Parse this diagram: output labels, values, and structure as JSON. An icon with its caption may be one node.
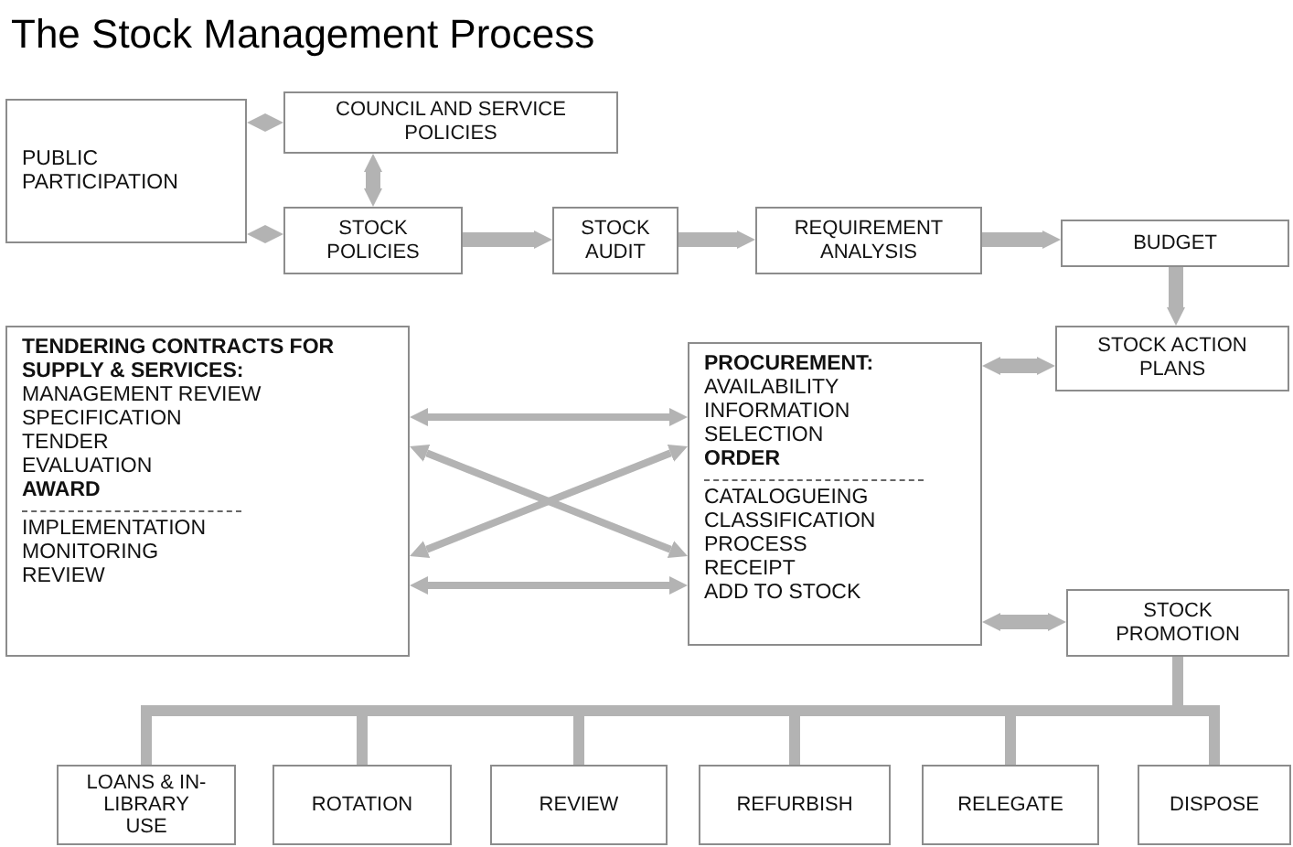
{
  "diagram": {
    "title": "The Stock Management Process",
    "nodes": [
      {
        "text": [
          "PUBLIC PARTICIPATION"
        ]
      },
      {
        "text": [
          "COUNCIL AND SERVICE POLICIES"
        ]
      },
      {
        "text": [
          "STOCK POLICIES"
        ]
      },
      {
        "text": [
          "STOCK AUDIT"
        ]
      },
      {
        "text": [
          "REQUIREMENT ANALYSIS"
        ]
      },
      {
        "text": [
          "BUDGET"
        ]
      },
      {
        "text": [
          "STOCK ACTION PLANS"
        ]
      },
      {
        "text": [
          "**TENDERING CONTRACTS FOR SUPPLY & SERVICES:**",
          "MANAGEMENT REVIEW",
          "SPECIFICATION",
          "TENDER",
          "EVALUATION",
          "**AWARD**",
          "IMPLEMENTATION",
          "MONITORING",
          "REVIEW"
        ]
      },
      {
        "text": [
          "**PROCUREMENT:**",
          "AVAILABILITY",
          "INFORMATION",
          "SELECTION",
          "**ORDER**",
          "CATALOGUEING",
          "CLASSIFICATION",
          "PROCESS",
          "RECEIPT",
          "ADD TO STOCK"
        ]
      },
      {
        "text": [
          "STOCK PROMOTION"
        ]
      },
      {
        "text": [
          "LOANS & IN-LIBRARY USE"
        ]
      },
      {
        "text": [
          "ROTATION"
        ]
      },
      {
        "text": [
          "REVIEW"
        ]
      },
      {
        "text": [
          "REFURBISH"
        ]
      },
      {
        "text": [
          "RELEGATE"
        ]
      },
      {
        "text": [
          "DISPOSE"
        ]
      }
    ],
    "edges": [
      {
        "from": 0,
        "to": 1,
        "arrow": "both"
      },
      {
        "from": 0,
        "to": 2,
        "arrow": "both"
      },
      {
        "from": 1,
        "to": 2,
        "arrow": "both"
      },
      {
        "from": 2,
        "to": 3,
        "arrow": "to"
      },
      {
        "from": 3,
        "to": 4,
        "arrow": "to"
      },
      {
        "from": 4,
        "to": 5,
        "arrow": "to"
      },
      {
        "from": 5,
        "to": 6,
        "arrow": "to"
      },
      {
        "from": 8,
        "to": 6,
        "arrow": "both"
      },
      {
        "from": 8,
        "to": 9,
        "arrow": "both"
      },
      {
        "from": 7,
        "to": 8,
        "arrow": "both"
      },
      {
        "from": 7,
        "to": 8,
        "arrow": "both"
      },
      {
        "from": 7,
        "to": 8,
        "arrow": "both"
      },
      {
        "from": 7,
        "to": 8,
        "arrow": "both"
      },
      {
        "from": 9,
        "to": 10,
        "arrow": "none"
      },
      {
        "from": 9,
        "to": 11,
        "arrow": "none"
      },
      {
        "from": 9,
        "to": 12,
        "arrow": "none"
      },
      {
        "from": 9,
        "to": 13,
        "arrow": "none"
      },
      {
        "from": 9,
        "to": 14,
        "arrow": "none"
      },
      {
        "from": 9,
        "to": 15,
        "arrow": "none"
      }
    ]
  }
}
